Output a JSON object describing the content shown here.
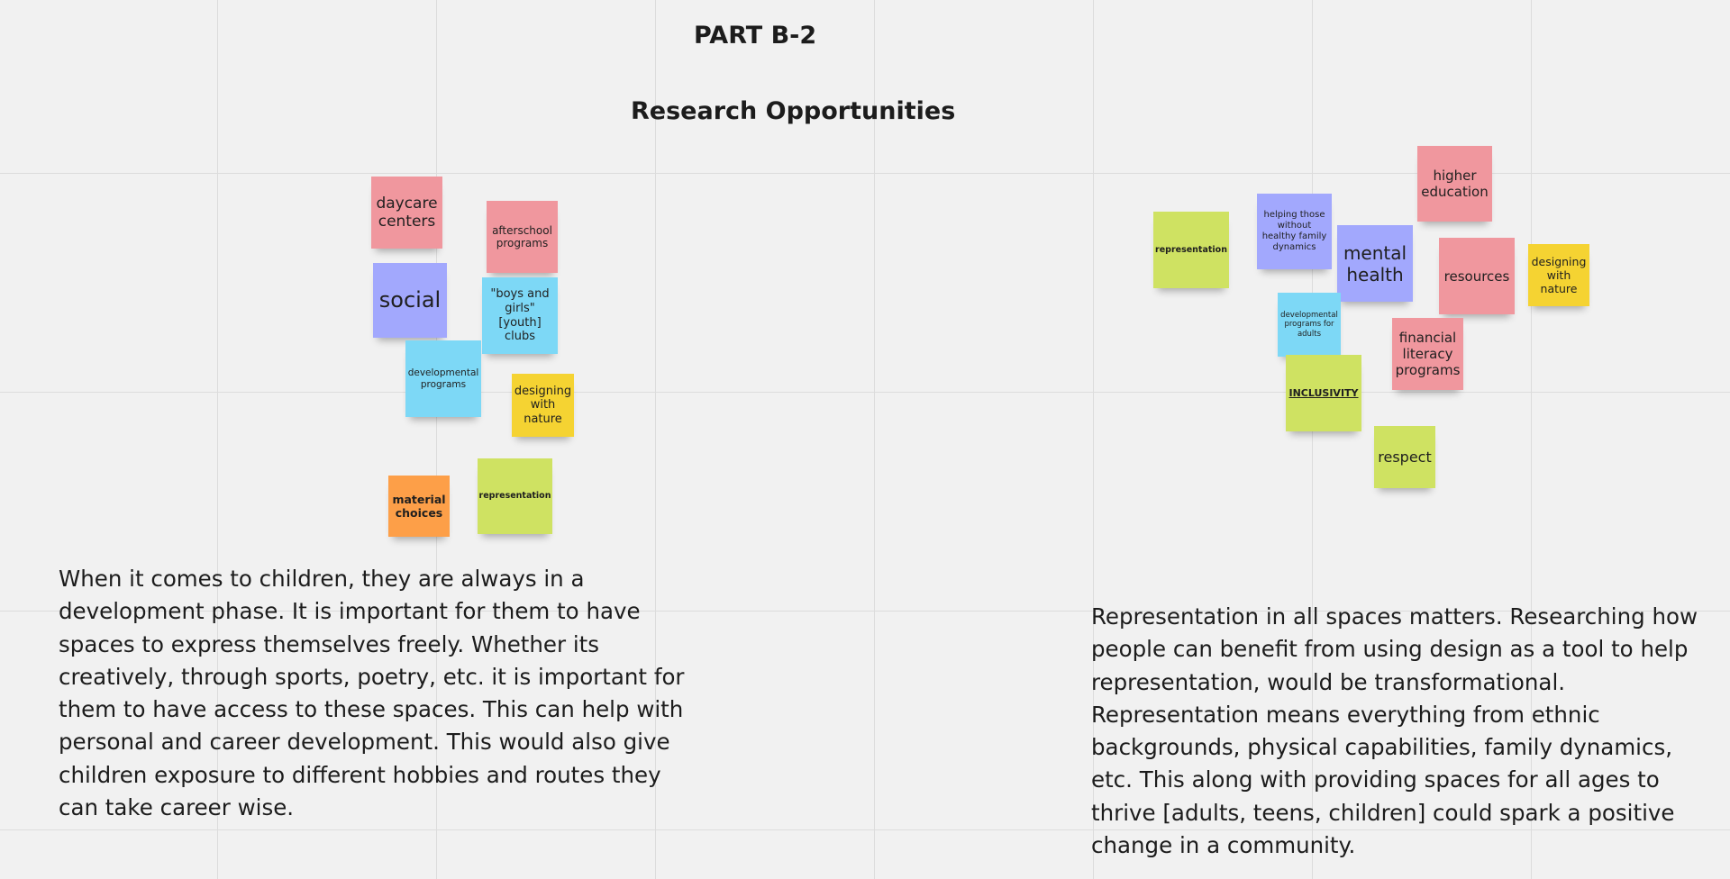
{
  "board": {
    "part_title": "PART B-2",
    "section_title": "Research Opportunities"
  },
  "left_cluster": {
    "notes": [
      {
        "id": "daycare",
        "text": "daycare centers",
        "color": "#f0979e"
      },
      {
        "id": "afterschool",
        "text": "afterschool programs",
        "color": "#f0979e"
      },
      {
        "id": "social",
        "text": "social",
        "color": "#a2a8fd"
      },
      {
        "id": "boys-girls-clubs",
        "text": "\"boys and girls\" [youth] clubs",
        "color": "#7dd8f6"
      },
      {
        "id": "developmental",
        "text": "developmental programs",
        "color": "#7dd8f6"
      },
      {
        "id": "designing-nature",
        "text": "designing with nature",
        "color": "#f5d332"
      },
      {
        "id": "material-choices",
        "text": "material choices",
        "color": "#fd9f48"
      },
      {
        "id": "representation",
        "text": "representation",
        "color": "#cfe262"
      }
    ],
    "paragraph": "When it comes to children, they are always in a development phase. It is important for them to have spaces to express themselves freely. Whether its creatively, through sports, poetry, etc. it is important for them to have access to these spaces. This can help with personal and career development. This would also give children exposure to different hobbies and routes they can take career wise."
  },
  "right_cluster": {
    "notes": [
      {
        "id": "higher-education",
        "text": "higher education",
        "color": "#f0979e"
      },
      {
        "id": "representation",
        "text": "representation",
        "color": "#cfe262"
      },
      {
        "id": "helping-those",
        "text": "helping those without healthy family dynamics",
        "color": "#a2a8fd"
      },
      {
        "id": "mental-health",
        "text": "mental health",
        "color": "#a2a8fd"
      },
      {
        "id": "resources",
        "text": "resources",
        "color": "#f0979e"
      },
      {
        "id": "designing-nature",
        "text": "designing with nature",
        "color": "#f5d332"
      },
      {
        "id": "developmental-adults",
        "text": "developmental programs for adults",
        "color": "#7dd8f6"
      },
      {
        "id": "financial-literacy",
        "text": "financial literacy programs",
        "color": "#f0979e"
      },
      {
        "id": "inclusivity",
        "text": "INCLUSIVITY",
        "color": "#cfe262"
      },
      {
        "id": "respect",
        "text": "respect",
        "color": "#cfe262"
      }
    ],
    "paragraph": "Representation in all spaces matters. Researching how people can benefit from using design as a tool to help representation, would be transformational. Representation means everything from ethnic backgrounds, physical capabilities, family dynamics, etc. This along with providing spaces for all ages to thrive [adults, teens, children] could spark a positive change in a community."
  }
}
